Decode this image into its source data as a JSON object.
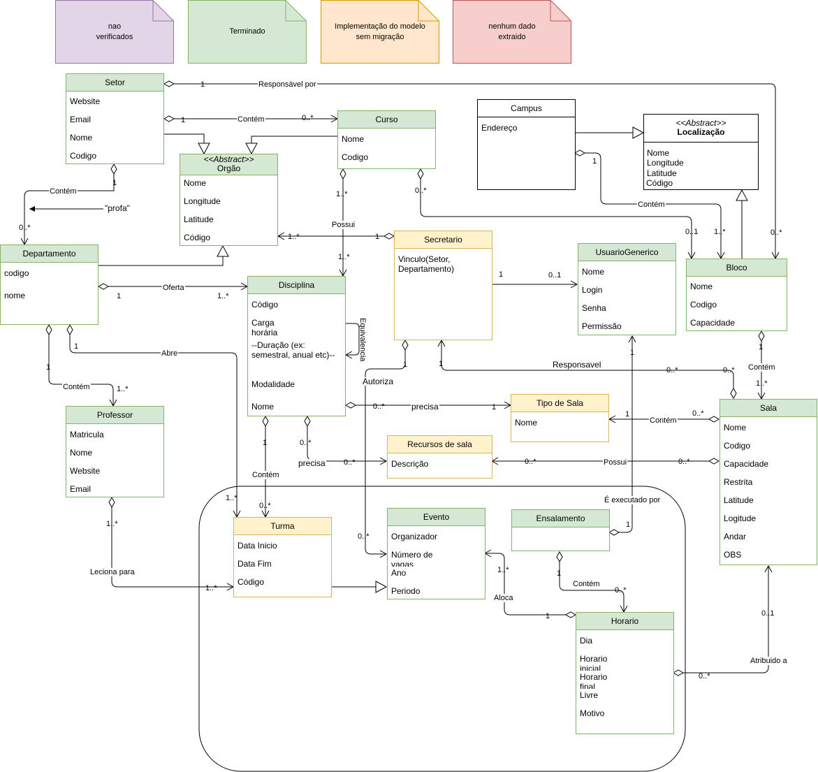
{
  "legend": [
    {
      "text": "nao\nverificados",
      "fill": "#e1d5e7",
      "stroke": "#9673a6"
    },
    {
      "text": "Terminado",
      "fill": "#d5e8d4",
      "stroke": "#82b366"
    },
    {
      "text": "Implementação do modelo\nsem migração",
      "fill": "#ffe6cc",
      "stroke": "#d79b00"
    },
    {
      "text": "nenhum dado\nextraido",
      "fill": "#f8cecc",
      "stroke": "#b85450"
    }
  ],
  "classes": {
    "setor": {
      "name": "Setor",
      "attrs": [
        "Website",
        "Email",
        "Nome",
        "Codigo"
      ]
    },
    "orgao": {
      "stereotype": "<<Abstract>>",
      "name": "Orgão",
      "attrs": [
        "Nome",
        "Longitude",
        "Latitude",
        "Código"
      ]
    },
    "curso": {
      "name": "Curso",
      "attrs": [
        "Nome",
        "Codigo"
      ]
    },
    "campus": {
      "name": "Campus",
      "attrs": [
        "Endereço"
      ]
    },
    "localizacao": {
      "stereotype": "<<Abstract>>",
      "name": "Localização",
      "attrs": [
        "Nome",
        "Longitude",
        "Latitude",
        "Código"
      ]
    },
    "departamento": {
      "name": "Departamento",
      "attrs": [
        "codigo",
        "nome"
      ]
    },
    "secretario": {
      "name": "Secretario",
      "attrs": [
        "Vinculo(Setor,\nDepartamento)"
      ]
    },
    "usuario": {
      "name": "UsuarioGenerico",
      "attrs": [
        "Nome",
        "Login",
        "Senha",
        "Permissão"
      ]
    },
    "bloco": {
      "name": "Bloco",
      "attrs": [
        "Nome",
        "Codigo",
        "Capacidade"
      ]
    },
    "disciplina": {
      "name": "Disciplina",
      "attrs": [
        "Código",
        "Carga\nhorária",
        "--Duração (ex:\nsemestral, anual etc)--",
        "Modalidade",
        "Nome"
      ]
    },
    "tipo_sala": {
      "name": "Tipo de Sala",
      "attrs": [
        "Nome"
      ]
    },
    "sala": {
      "name": "Sala",
      "attrs": [
        "Nome",
        "Codigo",
        "Capacidade",
        "Restrita",
        "Latitude",
        "Logitude",
        "Andar",
        "OBS"
      ]
    },
    "recursos": {
      "name": "Recursos de sala",
      "attrs": [
        "Descrição"
      ]
    },
    "professor": {
      "name": "Professor",
      "attrs": [
        "Matricula",
        "Nome",
        "Website",
        "Email"
      ]
    },
    "turma": {
      "name": "Turma",
      "attrs": [
        "Data Inicio",
        "Data Fim",
        "Código"
      ]
    },
    "evento": {
      "name": "Evento",
      "attrs": [
        "Organizador",
        "Número  de\nvagas",
        "Ano",
        "Periodo"
      ]
    },
    "ensalamento": {
      "name": "Ensalamento",
      "attrs": []
    },
    "horario": {
      "name": "Horario",
      "attrs": [
        "Dia",
        "Horario\ninicial",
        "Horario\nfinal",
        "Livre",
        "Motivo"
      ]
    }
  },
  "labels": {
    "responsavel_por": "Responsável por",
    "contem_setor_curso": "Contém",
    "contem_setor_dep": "Contém",
    "profa": "\"profa\"",
    "possui_curso": "Possui",
    "oferta": "Oferta",
    "equivalencia": "Equivalencia",
    "abre": "Abre",
    "contem_dep_prof": "Contém",
    "autoriza": "Autoriza",
    "responsavel": "Responsavel",
    "contem_campus": "Contém",
    "contem_bloco_sala": "Contém",
    "precisa_tipo": "precisa",
    "contem_sala_tipo": "Contém",
    "precisa_rec": "precisa",
    "possui_rec": "Possui",
    "contem_disc_turma": "Contém",
    "executado_por": "É executado por",
    "leciona": "Leciona para",
    "contem_ens_hor": "Contém",
    "aloca": "Aloca",
    "atribuido": "Atribuido a"
  },
  "mult": {
    "m1": "1",
    "m2": "1",
    "m3": "0..*",
    "m4": "1",
    "m5": "0..*",
    "m6": "1..*",
    "m7": "0..*",
    "m8": "1",
    "m9": "1..*",
    "m10": "1",
    "m11": "1..*",
    "m12": "1",
    "m13": "0..1",
    "m14": "1",
    "m15": "0..1",
    "m16": "1..*",
    "m17": "0..*",
    "m18": "1",
    "m19": "1..*",
    "m20": "1",
    "m21": "1..*",
    "m22": "1",
    "m23": "1",
    "m24": "0..*",
    "m25": "0..*",
    "m26": "1",
    "m27": "1..*",
    "m28": "0..*",
    "m29": "1",
    "m30": "1",
    "m31": "0..*",
    "m32": "0..*",
    "m33": "0..*",
    "m34": "0..*",
    "m35": "1",
    "m36": "0..*",
    "m37": "1..*",
    "m38": "0..*",
    "m39": "1..*",
    "m40": "1",
    "m41": "1",
    "m42": "0..*",
    "m43": "1..*",
    "m44": "1..*",
    "m45": "1",
    "m46": "0..*",
    "m47": "0..1",
    "m48": "0..*",
    "m49": "1"
  }
}
